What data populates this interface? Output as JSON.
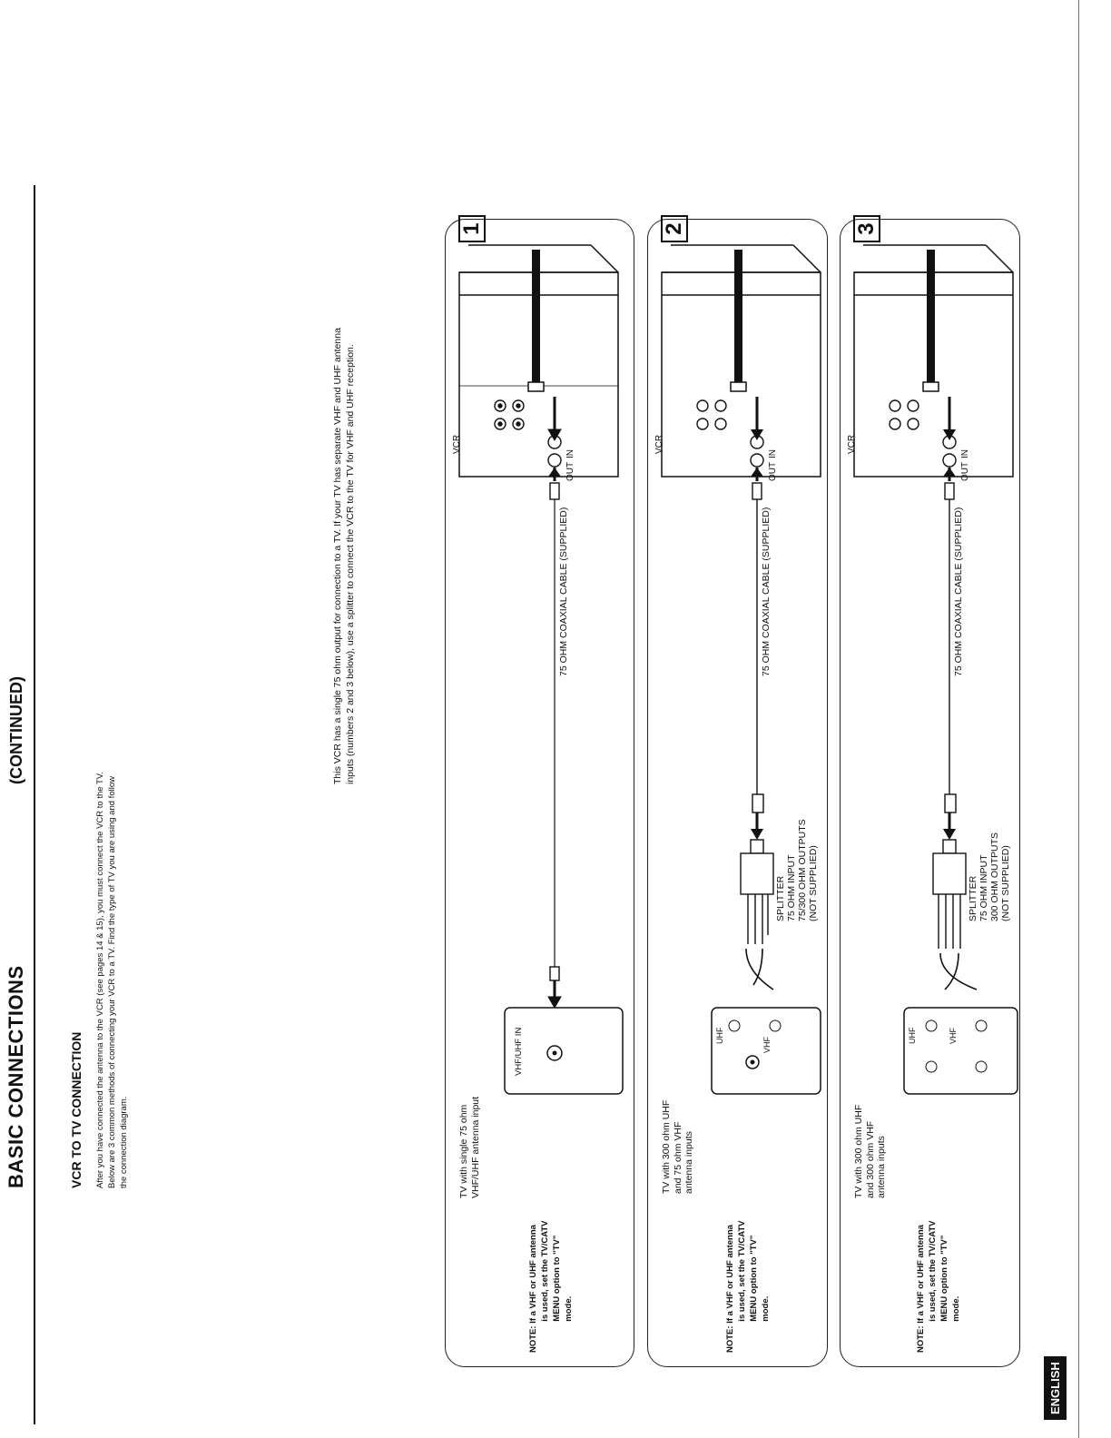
{
  "page": {
    "title": "BASIC CONNECTIONS",
    "continued": "(CONTINUED)",
    "section_heading": "VCR TO TV CONNECTION",
    "intro_lines": [
      "After you have connected the antenna to the VCR (see pages 14 & 15), you must connect the VCR to the TV.",
      "Below are 3 common methods of connecting your VCR to a TV. Find the type of TV you are using and follow",
      "the connection diagram."
    ],
    "side_note_lines": [
      "This VCR has a single 75 ohm output for connection to a TV. If your TV has separate VHF and UHF antenna",
      "inputs (numbers 2 and 3 below), use a splitter to connect the VCR to the TV for VHF and UHF reception."
    ],
    "language_tab": "ENGLISH"
  },
  "labels": {
    "vcr": "VCR",
    "in": "IN",
    "out": "OUT",
    "cable": "75 OHM COAXIAL CABLE (SUPPLIED)",
    "vhf_uhf_in": "VHF/UHF IN",
    "uhf": "UHF",
    "vhf": "VHF"
  },
  "panels": [
    {
      "number": "1",
      "note": "NOTE: If a VHF or UHF antenna\n             is used, set the TV/CATV\n             MENU option to \"TV\"\n             mode.",
      "tv_label": "TV with single 75 ohm\nVHF/UHF antenna input"
    },
    {
      "number": "2",
      "splitter": "SPLITTER\n75 OHM INPUT\n75/300 OHM OUTPUTS\n(NOT SUPPLIED)",
      "note": "NOTE: If a VHF or UHF antenna\n             is used, set the TV/CATV\n             MENU option to \"TV\"\n             mode.",
      "tv_label": "TV with 300 ohm UHF\nand 75 ohm VHF\nantenna inputs"
    },
    {
      "number": "3",
      "splitter": "SPLITTER\n75 OHM INPUT\n300 OHM OUTPUTS\n(NOT SUPPLIED)",
      "note": "NOTE: If a VHF or UHF antenna\n             is used, set the TV/CATV\n             MENU option to \"TV\"\n             mode.",
      "tv_label": "TV with 300 ohm UHF\nand 300 ohm VHF\nantenna inputs"
    }
  ]
}
